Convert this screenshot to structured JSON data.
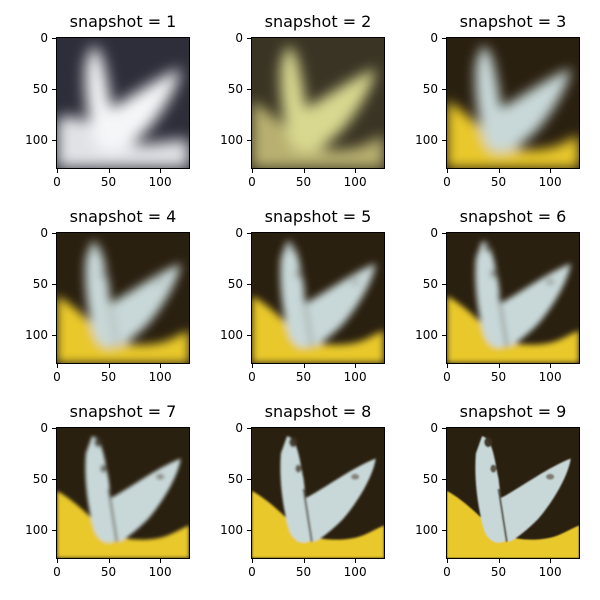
{
  "panels": [
    {
      "title": "snapshot = 1",
      "subject": "butterfly",
      "sharpness": 0.05,
      "brightness": 1.0
    },
    {
      "title": "snapshot = 2",
      "subject": "butterfly",
      "sharpness": 0.12,
      "brightness": 0.7
    },
    {
      "title": "snapshot = 3",
      "subject": "butterfly",
      "sharpness": 0.25,
      "brightness": 0.6
    },
    {
      "title": "snapshot = 4",
      "subject": "butterfly",
      "sharpness": 0.4,
      "brightness": 0.6
    },
    {
      "title": "snapshot = 5",
      "subject": "butterfly",
      "sharpness": 0.55,
      "brightness": 0.6
    },
    {
      "title": "snapshot = 6",
      "subject": "butterfly",
      "sharpness": 0.65,
      "brightness": 0.6
    },
    {
      "title": "snapshot = 7",
      "subject": "butterfly",
      "sharpness": 0.8,
      "brightness": 0.62
    },
    {
      "title": "snapshot = 8",
      "subject": "butterfly",
      "sharpness": 0.9,
      "brightness": 0.62
    },
    {
      "title": "snapshot = 9",
      "subject": "butterfly",
      "sharpness": 0.95,
      "brightness": 0.62
    }
  ],
  "axes": {
    "y_ticks": [
      "0",
      "50",
      "100"
    ],
    "x_ticks": [
      "0",
      "50",
      "100"
    ]
  },
  "colors": {
    "background_dark": "#2a2010",
    "flower_yellow": "#e8c82a",
    "wing_light": "#c8d8d8",
    "early_bright": "#f4f6f8"
  }
}
